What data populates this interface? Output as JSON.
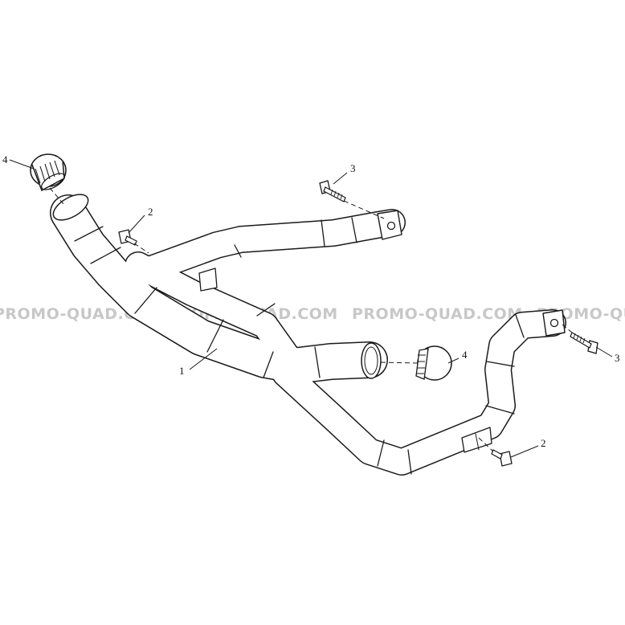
{
  "diagram": {
    "callouts": [
      {
        "id": "callout-4-top",
        "label": "4"
      },
      {
        "id": "callout-3-top",
        "label": "3"
      },
      {
        "id": "callout-2-left",
        "label": "2"
      },
      {
        "id": "callout-1",
        "label": "1"
      },
      {
        "id": "callout-4-mid",
        "label": "4"
      },
      {
        "id": "callout-3-right",
        "label": "3"
      },
      {
        "id": "callout-2-right",
        "label": "2"
      }
    ],
    "watermarks": [
      "PROMO-QUAD.COM",
      "PROMO-QUAD.COM",
      "PROMO-QUAD.COM",
      "PROMO-QUAD.COM"
    ],
    "colors": {
      "line": "#1a1a1a",
      "part_fill": "#ffffff",
      "watermark": "#c8c8c8",
      "background": "#ffffff"
    }
  }
}
